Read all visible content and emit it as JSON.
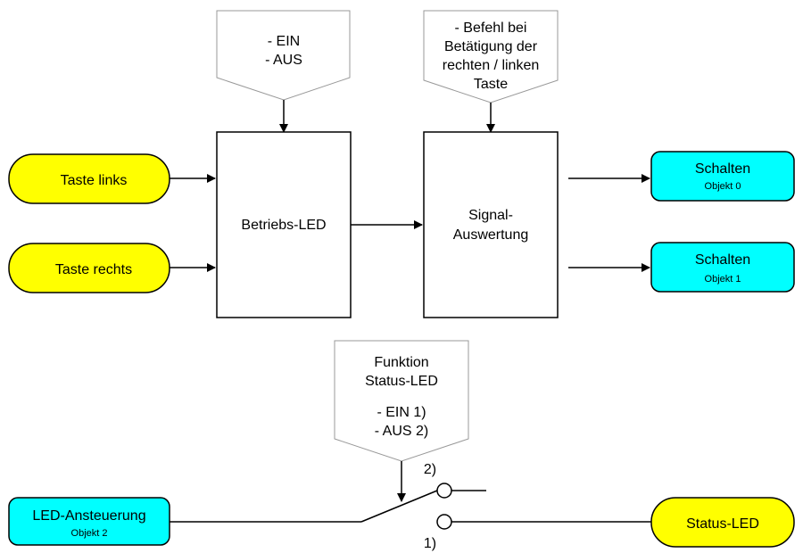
{
  "inputs": {
    "taste_links": "Taste links",
    "taste_rechts": "Taste rechts"
  },
  "pentagons": {
    "betriebs_led_params": [
      "- EIN",
      "- AUS"
    ],
    "befehl": [
      "- Befehl bei",
      "Betätigung der",
      "rechten / linken",
      "Taste"
    ],
    "funktion": [
      "Funktion",
      "Status-LED",
      "- EIN 1)",
      "- AUS 2)"
    ]
  },
  "blocks": {
    "betriebs_led": "Betriebs-LED",
    "signal_auswertung": [
      "Signal-",
      "Auswertung"
    ]
  },
  "outputs": {
    "schalten_0": {
      "title": "Schalten",
      "sub": "Objekt 0"
    },
    "schalten_1": {
      "title": "Schalten",
      "sub": "Objekt 1"
    },
    "led_ansteuerung": {
      "title": "LED-Ansteuerung",
      "sub": "Objekt 2"
    },
    "status_led": "Status-LED"
  },
  "switch_labels": {
    "pos2": "2)",
    "pos1": "1)"
  },
  "colors": {
    "yellow": "#ffff00",
    "cyan": "#00ffff",
    "pentagon_fill": "#ffffff",
    "stroke": "#000000"
  }
}
